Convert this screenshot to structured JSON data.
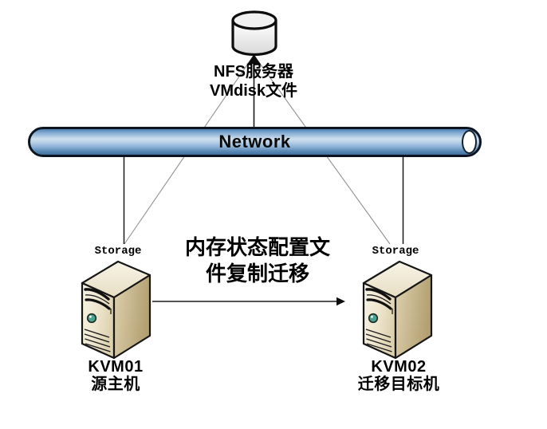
{
  "nfs": {
    "label_line1": "NFS服务器",
    "label_line2": "VMdisk文件"
  },
  "network": {
    "label": "Network"
  },
  "migration": {
    "label_line1": "内存状态配置文",
    "label_line2": "件复制迁移"
  },
  "source_host": {
    "storage_label": "Storage",
    "name": "KVM01",
    "role": "源主机"
  },
  "target_host": {
    "storage_label": "Storage",
    "name": "KVM02",
    "role": "迁移目标机"
  },
  "colors": {
    "pipe_blue": "#7CA6CF",
    "pipe_border": "#0C1420",
    "server_front": "#EFE8D2",
    "server_side": "#CBBB93",
    "power_button": "#4AA38F",
    "connector_gray": "#909090",
    "connector_black": "#1A1A1A"
  }
}
